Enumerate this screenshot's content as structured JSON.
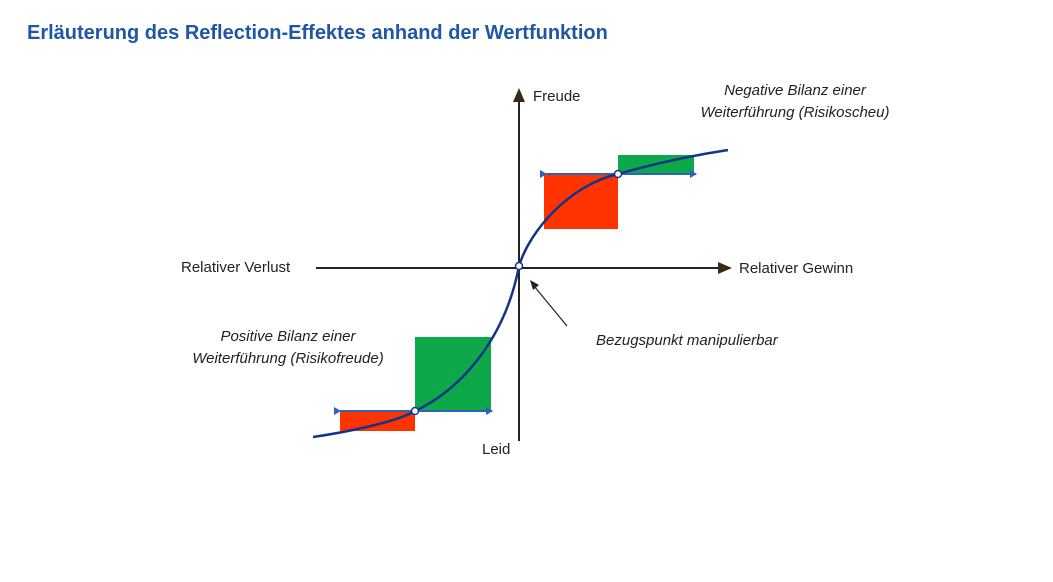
{
  "title": "Erläuterung des Reflection-Effektes anhand der Wertfunktion",
  "axes": {
    "y_top": "Freude",
    "y_bottom": "Leid",
    "x_left": "Relativer Verlust",
    "x_right": "Relativer Gewinn"
  },
  "annotations": {
    "top_right_line1": "Negative Bilanz einer",
    "top_right_line2": "Weiterführung (Risikoscheu)",
    "bottom_left_line1": "Positive Bilanz einer",
    "bottom_left_line2": "Weiterführung (Risikofreude)",
    "reference_point": "Bezugspunkt manipulierbar"
  },
  "colors": {
    "title": "#1f57a5",
    "curve": "#13348a",
    "loss_box": "#ff3300",
    "gain_box": "#0da84a",
    "arrow_blue": "#2e64b8",
    "axis": "#222222",
    "axis_head": "#3a2a15"
  }
}
